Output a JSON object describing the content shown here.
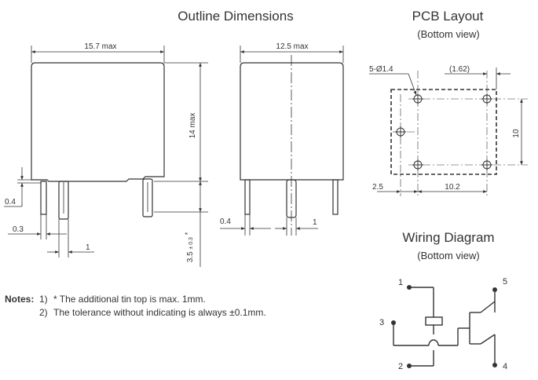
{
  "outline": {
    "title": "Outline Dimensions",
    "dim_width": "15.7 max",
    "dim_depth": "12.5 max",
    "dim_height": "14 max",
    "dim_pin_len": "3.5",
    "dim_pin_tol": "± 0.3",
    "dim_pin_star": "*",
    "dim_04_left": "0.4",
    "dim_03": "0.3",
    "dim_1_left": "1",
    "dim_04_right": "0.4",
    "dim_1_right": "1"
  },
  "pcb": {
    "title": "PCB Layout",
    "subtitle": "(Bottom view)",
    "holes": "5-Ø1.4",
    "dim_162": "(1.62)",
    "dim_10": "10",
    "dim_25": "2.5",
    "dim_102": "10.2"
  },
  "wiring": {
    "title": "Wiring Diagram",
    "subtitle": "(Bottom view)",
    "pins": [
      "1",
      "2",
      "3",
      "4",
      "5"
    ]
  },
  "notes": {
    "label": "Notes:",
    "n1_prefix": "1)",
    "n1_text": "* The additional tin top is max. 1mm.",
    "n2_prefix": "2)",
    "n2_text": "The tolerance without indicating is always ±0.1mm."
  }
}
